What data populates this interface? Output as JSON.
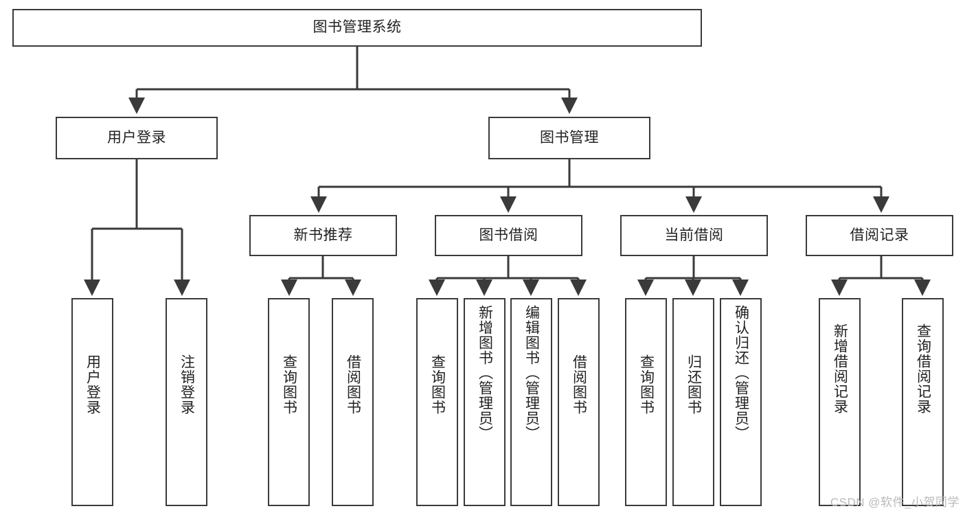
{
  "diagram": {
    "title": "图书管理系统",
    "type": "hierarchy-tree",
    "watermark": "CSDN @软件_小贺同学",
    "colors": {
      "stroke": "#3a3a3a",
      "fill": "#ffffff",
      "text": "#222222",
      "watermark": "#b9b9b9"
    },
    "nodes": {
      "root": {
        "label": "图书管理系统"
      },
      "level2": [
        {
          "label": "用户登录"
        },
        {
          "label": "图书管理"
        }
      ],
      "level3": [
        {
          "label": "新书推荐"
        },
        {
          "label": "图书借阅"
        },
        {
          "label": "当前借阅"
        },
        {
          "label": "借阅记录"
        }
      ],
      "leaves": {
        "user_login": [
          {
            "label": "用户登录"
          },
          {
            "label": "注销登录"
          }
        ],
        "new_book": [
          {
            "label": "查询图书"
          },
          {
            "label": "借阅图书"
          }
        ],
        "book_borrow": [
          {
            "label": "查询图书"
          },
          {
            "label": "新增图书（管理员）"
          },
          {
            "label": "编辑图书（管理员）"
          },
          {
            "label": "借阅图书"
          }
        ],
        "current_borrow": [
          {
            "label": "查询图书"
          },
          {
            "label": "归还图书"
          },
          {
            "label": "确认归还（管理员）"
          }
        ],
        "borrow_record": [
          {
            "label": "新增借阅记录"
          },
          {
            "label": "查询借阅记录"
          }
        ]
      }
    }
  }
}
